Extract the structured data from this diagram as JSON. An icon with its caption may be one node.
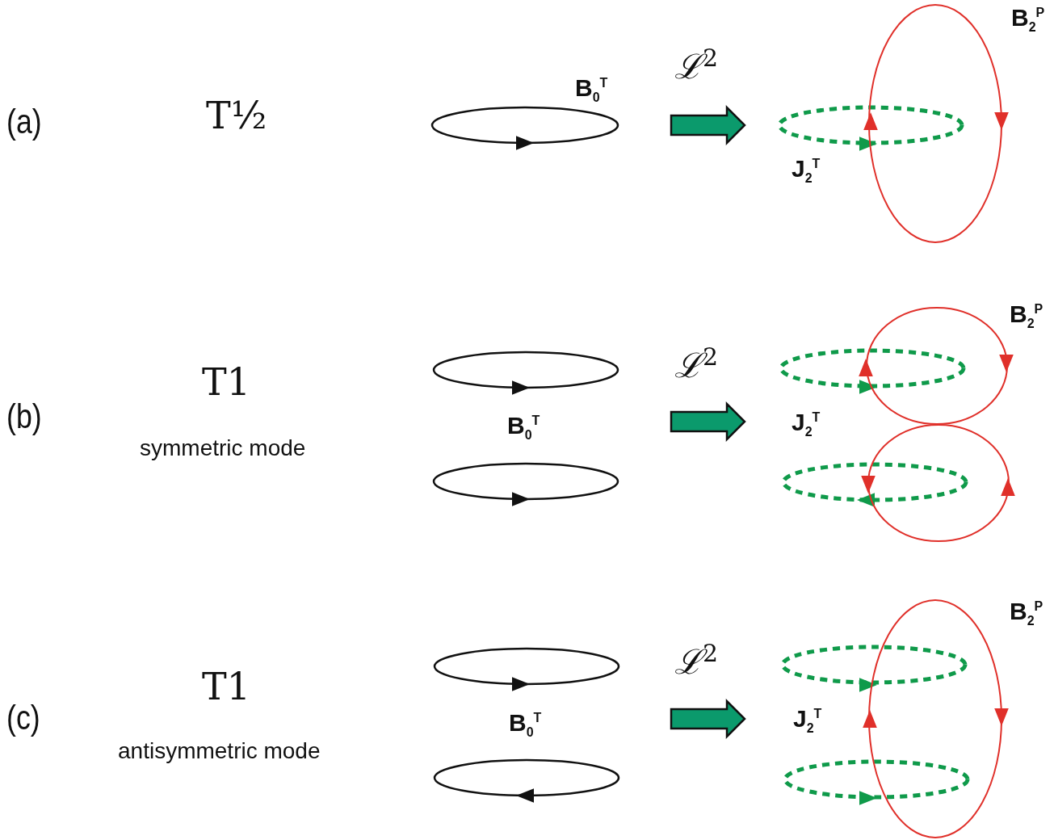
{
  "diagram": {
    "labels": [
      "(a)",
      "T½",
      "B$_{0}$$^{T}$",
      "ℒ$^{2}$",
      "B$_{2}$$^{P}$",
      "J$_{2}$$^{T}$",
      "(b)",
      "T1",
      "symmetric mode",
      "B$_{0}$$^{T}$",
      "ℒ$^{2}$",
      "B$_{2}$$^{P}$",
      "J$_{2}$$^{T}$",
      "(c)",
      "T1",
      "antisymmetric mode",
      "B$_{0}$$^{T}$",
      "ℒ$^{2}$",
      "B$_{2}$$^{P}$",
      "J$_{2}$$^{T}$"
    ]
  }
}
